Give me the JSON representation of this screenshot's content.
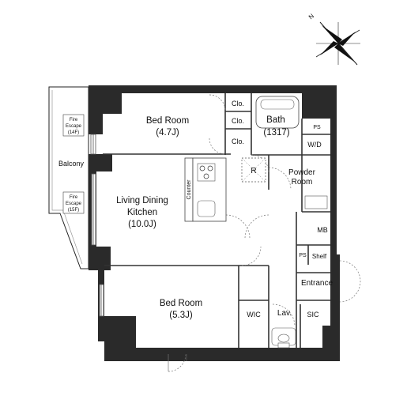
{
  "compass": {
    "north_label": "N"
  },
  "rooms": {
    "bedroom_top": {
      "name": "Bed Room",
      "size": "(4.7J)"
    },
    "bath": {
      "name": "Bath",
      "size": "(1317)"
    },
    "closets": [
      "Clo.",
      "Clo.",
      "Clo."
    ],
    "ps_top": "PS",
    "wd": "W/D",
    "powder": {
      "line1": "Powder",
      "line2": "Room"
    },
    "balcony": "Balcony",
    "fire_escape_14": {
      "line1": "Fire",
      "line2": "Escape",
      "line3": "(14F)"
    },
    "fire_escape_15": {
      "line1": "Fire",
      "line2": "Escape",
      "line3": "(15F)"
    },
    "ldk": {
      "line1": "Living Dining",
      "line2": "Kitchen",
      "size": "(10.0J)"
    },
    "counter": "Counter",
    "refrigerator": "R",
    "mb": "MB",
    "ps_mid": "PS",
    "shelf": "Shelf",
    "entrance": "Entrance",
    "bedroom_bottom": {
      "name": "Bed Room",
      "size": "(5.3J)"
    },
    "wic": "WIC",
    "lav": "Lav.",
    "sic": "SIC"
  }
}
